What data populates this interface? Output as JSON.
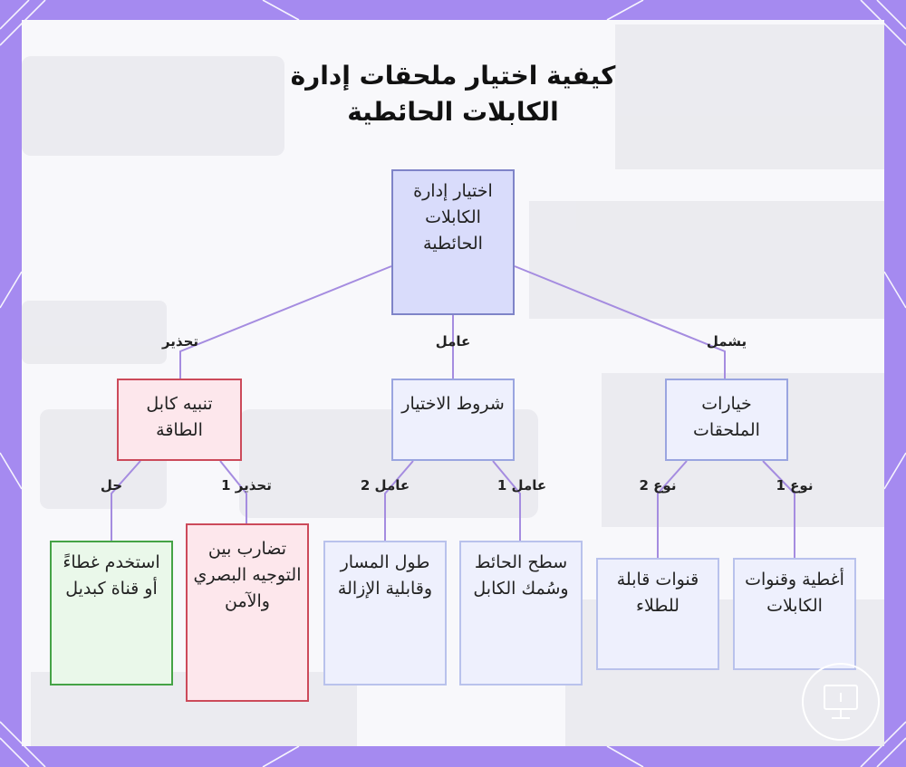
{
  "diagram": {
    "title_line1": "كيفية اختيار ملحقات إدارة",
    "title_line2": "الكابلات الحائطية",
    "nodes": {
      "root": "اختيار إدارة الكابلات الحائطية",
      "warning": "تنبيه كابل الطاقة",
      "criteria": "شروط الاختيار",
      "options": "خيارات الملحقات",
      "solution": "استخدم غطاءً أو قناة كبديل",
      "conflict": "تضارب بين التوجيه البصري والآمن",
      "path": "طول المسار وقابلية الإزالة",
      "surface": "سطح الحائط وسُمك الكابل",
      "paintable": "قنوات قابلة للطلاء",
      "covers": "أغطية وقنوات الكابلات"
    },
    "edge_labels": {
      "warn": "تحذير",
      "factor": "عامل",
      "includes": "يشمل",
      "solve": "حل",
      "warn1": "تحذير 1",
      "factor2": "عامل 2",
      "factor1": "عامل 1",
      "type2": "نوع 2",
      "type1": "نوع 1"
    },
    "colors": {
      "frame": "#a58af0",
      "edge": "#a58ce0",
      "root_fill": "#d9dcfb",
      "warning_border": "#cc4a5a",
      "solution_border": "#45a346"
    }
  }
}
